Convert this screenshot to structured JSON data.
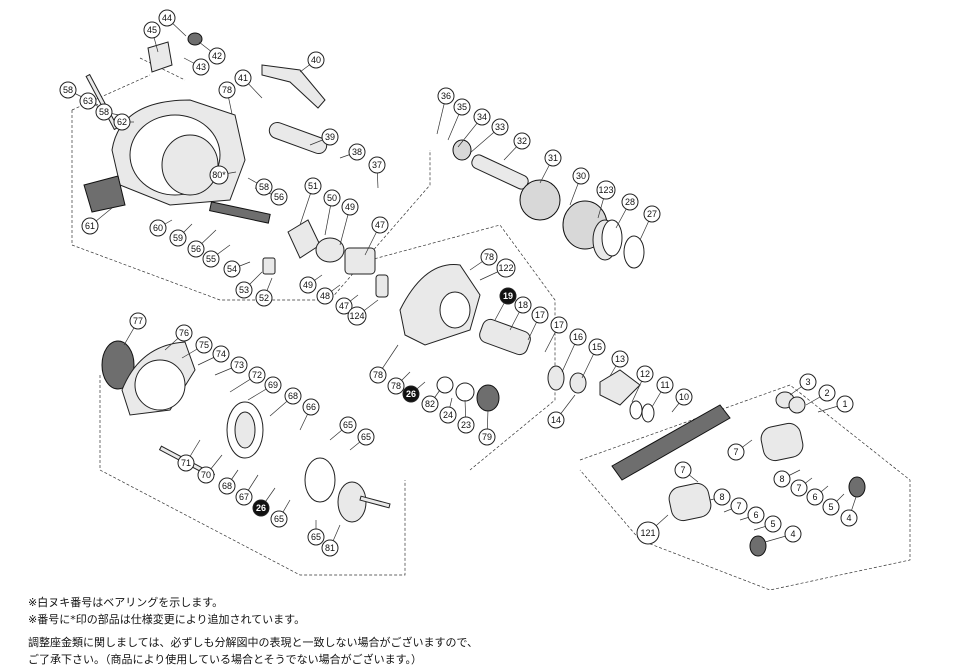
{
  "diagram": {
    "callouts": [
      {
        "id": "44",
        "style": "white"
      },
      {
        "id": "45",
        "style": "white"
      },
      {
        "id": "42",
        "style": "white"
      },
      {
        "id": "43",
        "style": "white"
      },
      {
        "id": "40",
        "style": "white"
      },
      {
        "id": "58",
        "style": "white"
      },
      {
        "id": "63",
        "style": "white"
      },
      {
        "id": "58",
        "style": "white"
      },
      {
        "id": "62",
        "style": "white"
      },
      {
        "id": "78",
        "style": "white"
      },
      {
        "id": "41",
        "style": "white"
      },
      {
        "id": "39",
        "style": "white"
      },
      {
        "id": "38",
        "style": "white"
      },
      {
        "id": "37",
        "style": "white"
      },
      {
        "id": "36",
        "style": "white"
      },
      {
        "id": "35",
        "style": "white"
      },
      {
        "id": "34",
        "style": "white"
      },
      {
        "id": "33",
        "style": "white"
      },
      {
        "id": "32",
        "style": "white"
      },
      {
        "id": "31",
        "style": "white"
      },
      {
        "id": "30",
        "style": "white"
      },
      {
        "id": "123",
        "style": "white"
      },
      {
        "id": "28",
        "style": "white"
      },
      {
        "id": "27",
        "style": "white"
      },
      {
        "id": "58",
        "style": "white"
      },
      {
        "id": "56",
        "style": "white"
      },
      {
        "id": "80*",
        "style": "white"
      },
      {
        "id": "51",
        "style": "white"
      },
      {
        "id": "50",
        "style": "white"
      },
      {
        "id": "49",
        "style": "white"
      },
      {
        "id": "47",
        "style": "white"
      },
      {
        "id": "61",
        "style": "white"
      },
      {
        "id": "60",
        "style": "white"
      },
      {
        "id": "59",
        "style": "white"
      },
      {
        "id": "56",
        "style": "white"
      },
      {
        "id": "55",
        "style": "white"
      },
      {
        "id": "54",
        "style": "white"
      },
      {
        "id": "53",
        "style": "white"
      },
      {
        "id": "52",
        "style": "white"
      },
      {
        "id": "49",
        "style": "white"
      },
      {
        "id": "48",
        "style": "white"
      },
      {
        "id": "47",
        "style": "white"
      },
      {
        "id": "124",
        "style": "white"
      },
      {
        "id": "78",
        "style": "white"
      },
      {
        "id": "122",
        "style": "white"
      },
      {
        "id": "19",
        "style": "black"
      },
      {
        "id": "18",
        "style": "white"
      },
      {
        "id": "17",
        "style": "white"
      },
      {
        "id": "17",
        "style": "white"
      },
      {
        "id": "16",
        "style": "white"
      },
      {
        "id": "15",
        "style": "white"
      },
      {
        "id": "13",
        "style": "white"
      },
      {
        "id": "12",
        "style": "white"
      },
      {
        "id": "11",
        "style": "white"
      },
      {
        "id": "10",
        "style": "white"
      },
      {
        "id": "14",
        "style": "white"
      },
      {
        "id": "77",
        "style": "white"
      },
      {
        "id": "76",
        "style": "white"
      },
      {
        "id": "75",
        "style": "white"
      },
      {
        "id": "74",
        "style": "white"
      },
      {
        "id": "73",
        "style": "white"
      },
      {
        "id": "72",
        "style": "white"
      },
      {
        "id": "69",
        "style": "white"
      },
      {
        "id": "68",
        "style": "white"
      },
      {
        "id": "66",
        "style": "white"
      },
      {
        "id": "65",
        "style": "white"
      },
      {
        "id": "65",
        "style": "white"
      },
      {
        "id": "71",
        "style": "white"
      },
      {
        "id": "70",
        "style": "white"
      },
      {
        "id": "68",
        "style": "white"
      },
      {
        "id": "67",
        "style": "white"
      },
      {
        "id": "26",
        "style": "black"
      },
      {
        "id": "65",
        "style": "white"
      },
      {
        "id": "65",
        "style": "white"
      },
      {
        "id": "81",
        "style": "white"
      },
      {
        "id": "78",
        "style": "white"
      },
      {
        "id": "78",
        "style": "white"
      },
      {
        "id": "26",
        "style": "black"
      },
      {
        "id": "82",
        "style": "white"
      },
      {
        "id": "24",
        "style": "white"
      },
      {
        "id": "23",
        "style": "white"
      },
      {
        "id": "79",
        "style": "white"
      },
      {
        "id": "3",
        "style": "white"
      },
      {
        "id": "2",
        "style": "white"
      },
      {
        "id": "1",
        "style": "white"
      },
      {
        "id": "7",
        "style": "white"
      },
      {
        "id": "7",
        "style": "white"
      },
      {
        "id": "8",
        "style": "white"
      },
      {
        "id": "7",
        "style": "white"
      },
      {
        "id": "6",
        "style": "white"
      },
      {
        "id": "5",
        "style": "white"
      },
      {
        "id": "4",
        "style": "white"
      },
      {
        "id": "8",
        "style": "white"
      },
      {
        "id": "7",
        "style": "white"
      },
      {
        "id": "6",
        "style": "white"
      },
      {
        "id": "5",
        "style": "white"
      },
      {
        "id": "4",
        "style": "white"
      },
      {
        "id": "121",
        "style": "white-large"
      }
    ]
  },
  "notes": {
    "line1": "※白ヌキ番号はベアリングを示します。",
    "line2": "※番号に*印の部品は仕様変更により追加されています。",
    "line3": "調整座金類に関しましては、必ずしも分解図中の表現と一致しない場合がございますので、",
    "line4": "ご了承下さい。（商品により使用している場合とそうでない場合がございます。）"
  }
}
